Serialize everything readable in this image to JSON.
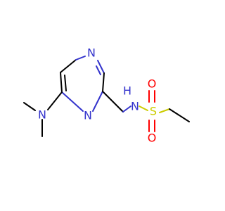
{
  "molecule": {
    "atoms": {
      "ring_n_top": "N",
      "ring_n_bottom": "N",
      "amine_n": "N",
      "sulfonamide_n": "N",
      "sulfonamide_h": "H",
      "sulfur": "S",
      "oxygen_top": "O",
      "oxygen_bottom": "O"
    },
    "colors": {
      "carbon": "#000000",
      "nitrogen": "#3333cc",
      "oxygen": "#ff0000",
      "sulfur": "#cccc00"
    }
  }
}
